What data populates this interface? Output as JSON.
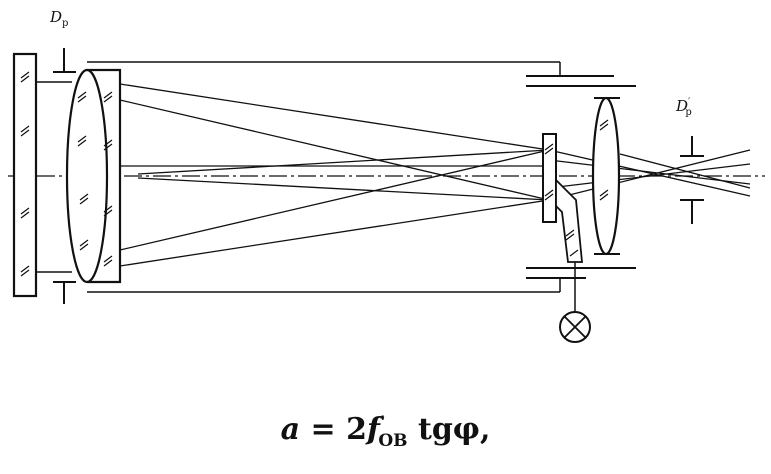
{
  "labels": {
    "entrance_pupil": {
      "main": "D",
      "sub": "p"
    },
    "exit_pupil": {
      "main": "D",
      "sup": "′",
      "sub": "p"
    }
  },
  "formula": {
    "var_a": "a",
    "equals": " = 2",
    "var_f": "f",
    "prime": "′",
    "sub": "OB",
    "tail": " tgφ,"
  },
  "colors": {
    "ink": "#111111",
    "background": "#ffffff"
  }
}
